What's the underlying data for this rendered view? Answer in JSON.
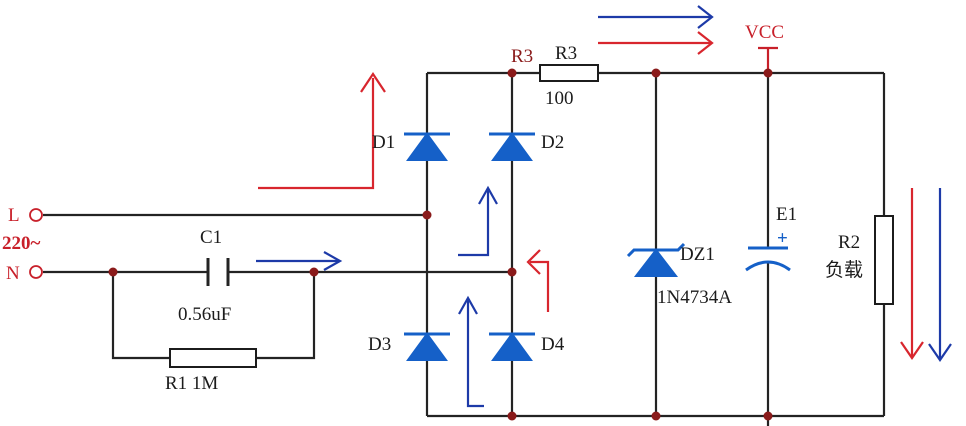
{
  "labels": {
    "line_terminal": "L",
    "neutral_terminal": "N",
    "mains_voltage": "220~",
    "cap_c1_name": "C1",
    "cap_c1_value": "0.56uF",
    "res_r1": "R1 1M",
    "res_r3_ref": "R3",
    "res_r3_name": "R3",
    "res_r3_value": "100",
    "vcc": "VCC",
    "d1": "D1",
    "d2": "D2",
    "d3": "D3",
    "d4": "D4",
    "zener_name": "DZ1",
    "zener_part": "1N4734A",
    "cap_e1": "E1",
    "cap_e1_plus": "+",
    "load_name": "R2",
    "load_desc": "负载"
  },
  "colors": {
    "wire": "#232323",
    "component_blue": "#1560c8",
    "arrow_red": "#d8262e",
    "arrow_blue": "#1d3aa8",
    "text_red": "#c8202a",
    "junction": "#8a1a1a"
  }
}
